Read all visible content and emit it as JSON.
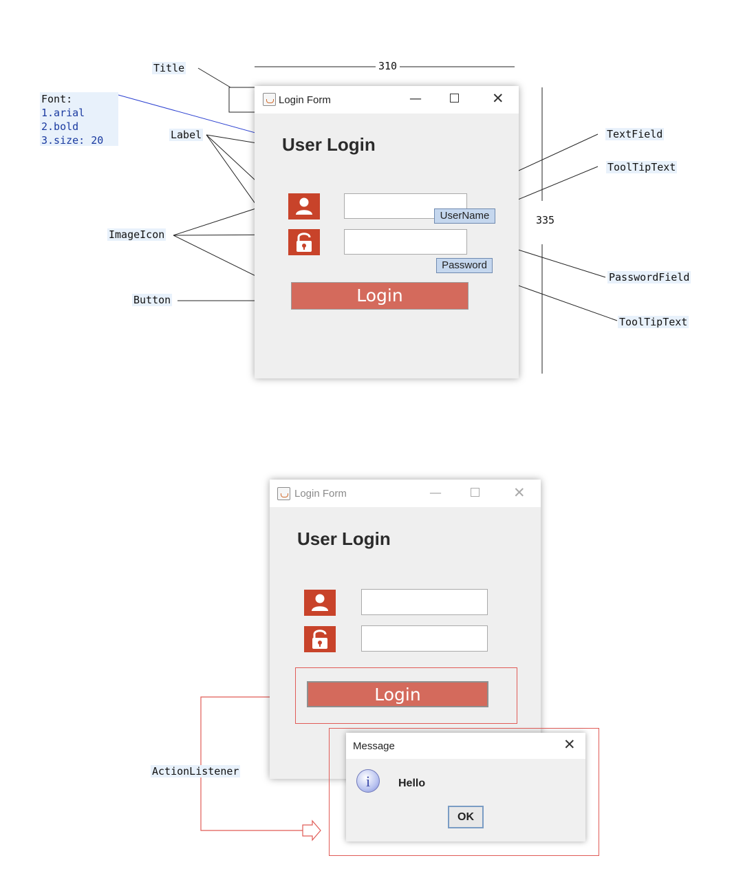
{
  "annotations": {
    "title": "Title",
    "font_heading": "Font:",
    "font_items": [
      "1.arial",
      "2.bold",
      "3.size: 20"
    ],
    "label": "Label",
    "image_icon": "ImageIcon",
    "button": "Button",
    "text_field": "TextField",
    "tooltip_text_1": "ToolTipText",
    "password_field": "PasswordField",
    "tooltip_text_2": "ToolTipText",
    "width_dim": "310",
    "height_dim": "335",
    "action_listener": "ActionListener"
  },
  "window_top": {
    "title": "Login Form",
    "heading": "User Login",
    "username_tooltip": "UserName",
    "password_tooltip": "Password",
    "login_button": "Login"
  },
  "window_bottom": {
    "title": "Login Form",
    "heading": "User Login",
    "login_button": "Login"
  },
  "message_dialog": {
    "title": "Message",
    "text": "Hello",
    "ok_button": "OK"
  },
  "colors": {
    "accent_red": "#c8432a",
    "button_red": "#d46a5c",
    "tooltip_blue": "#c5d7ee",
    "highlight_red": "#e05a55"
  }
}
